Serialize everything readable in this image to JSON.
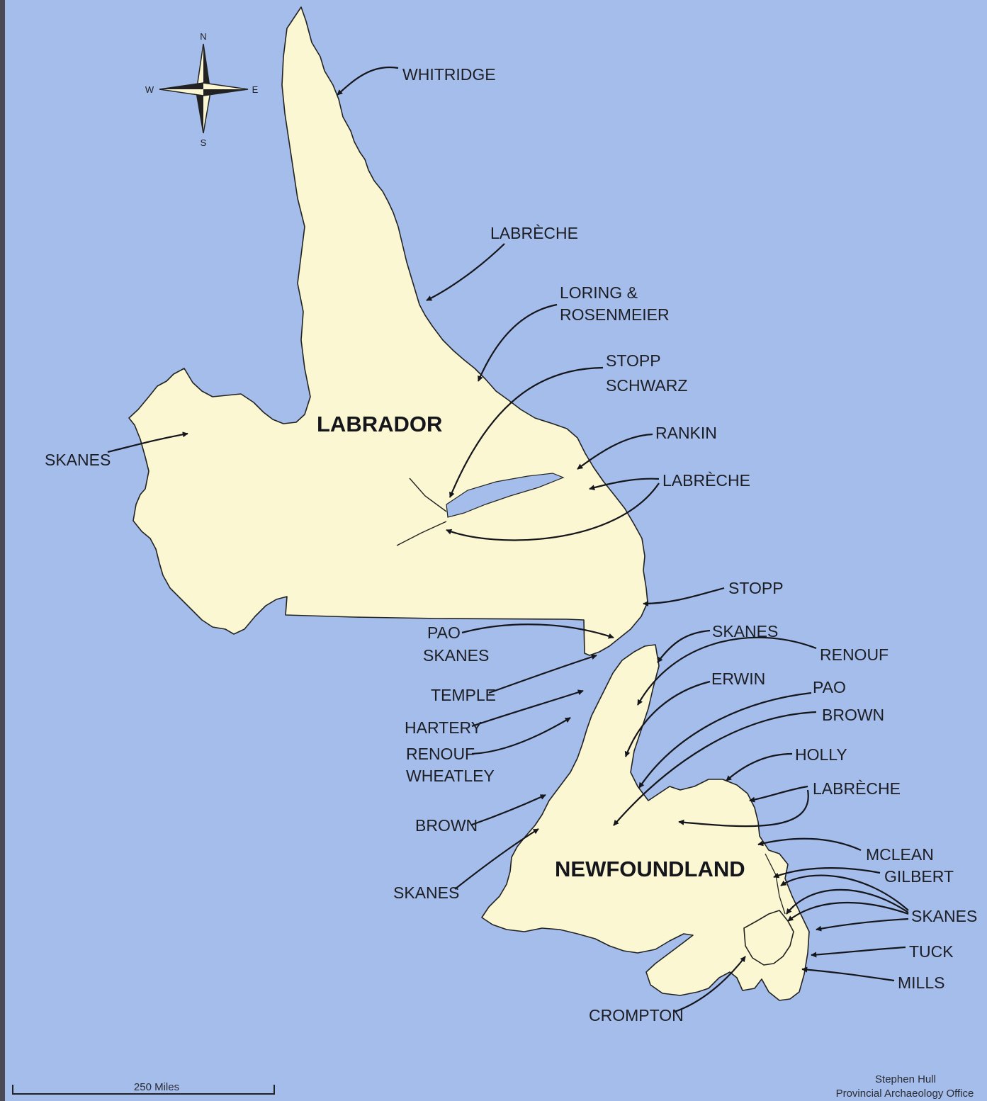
{
  "colors": {
    "water": "#a4bdea",
    "land": "#fbf7d2",
    "coast": "#222222",
    "ink": "#15151c"
  },
  "regions": {
    "labrador": "LABRADOR",
    "newfoundland": "NEWFOUNDLAND"
  },
  "compass": {
    "n": "N",
    "s": "S",
    "e": "E",
    "w": "W"
  },
  "scale": {
    "label": "250 Miles"
  },
  "credit": {
    "line1": "Stephen Hull",
    "line2": "Provincial Archaeology Office"
  },
  "labels": {
    "whitridge": "WHITRIDGE",
    "labreche_north": "LABRÈCHE",
    "loring_1": "LORING &",
    "loring_2": "ROSENMEIER",
    "stopp_1": "STOPP",
    "schwarz": "SCHWARZ",
    "rankin": "RANKIN",
    "labreche_hamilton": "LABRÈCHE",
    "skanes_west": "SKANES",
    "stopp_strait": "STOPP",
    "pao_1": "PAO",
    "skanes_pao": "SKANES",
    "skanes_north": "SKANES",
    "renouf_east": "RENOUF",
    "temple": "TEMPLE",
    "erwin": "ERWIN",
    "pao_east": "PAO",
    "brown_east": "BROWN",
    "hartery": "HARTERY",
    "renouf_west": "RENOUF",
    "wheatley": "WHEATLEY",
    "holly": "HOLLY",
    "labreche_nf": "LABRÈCHE",
    "brown_west": "BROWN",
    "mclean": "MCLEAN",
    "gilbert": "GILBERT",
    "skanes_southwest": "SKANES",
    "skanes_avalon": "SKANES",
    "tuck": "TUCK",
    "mills": "MILLS",
    "crompton": "CROMPTON"
  }
}
